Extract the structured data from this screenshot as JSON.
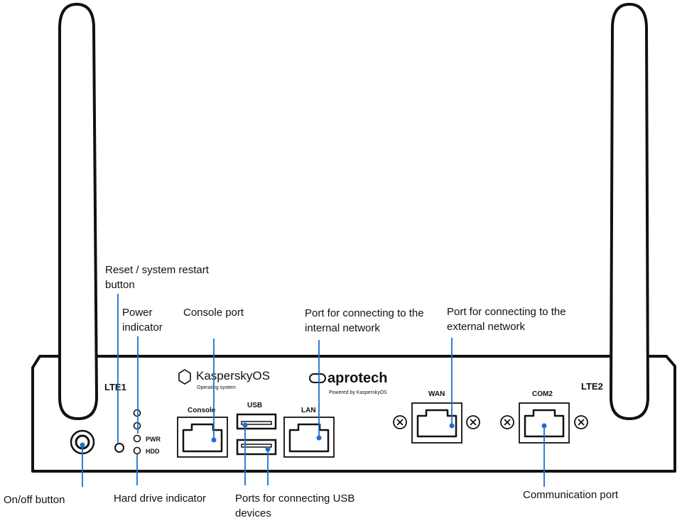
{
  "device": {
    "lte1_label": "LTE1",
    "lte2_label": "LTE2",
    "kaspersky_logo_text": "KasperskyOS",
    "kaspersky_subtitle": "Operating system",
    "aprotech_logo_text": "aprotech",
    "aprotech_subtitle": "Powered by KasperskyOS",
    "console_label": "Console",
    "usb_label": "USB",
    "lan_label": "LAN",
    "wan_label": "WAN",
    "com2_label": "COM2",
    "pwr_label": "PWR",
    "hdd_label": "HDD"
  },
  "callouts": {
    "reset_line1": "Reset / system restart",
    "reset_line2": "button",
    "power_line1": "Power",
    "power_line2": "indicator",
    "console_port": "Console port",
    "internal_line1": "Port for connecting to the",
    "internal_line2": "internal network",
    "external_line1": "Port for connecting to the",
    "external_line2": "external network",
    "onoff": "On/off button",
    "hdd": "Hard drive indicator",
    "usb_line1": "Ports for connecting USB",
    "usb_line2": "devices",
    "communication": "Communication port"
  },
  "colors": {
    "callout_line": "#1f6fd1",
    "outline": "#111111"
  }
}
